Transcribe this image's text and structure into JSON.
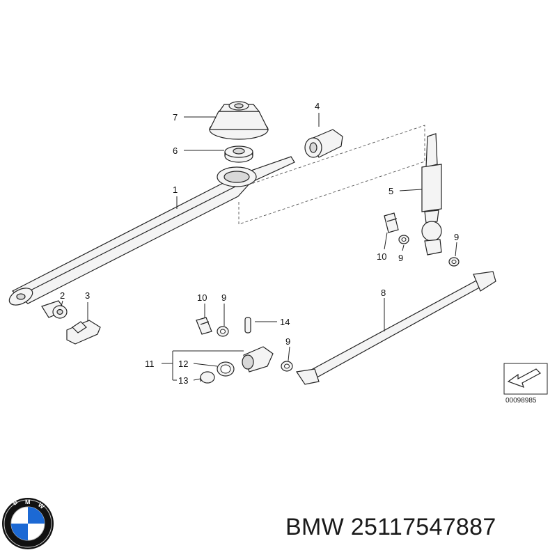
{
  "callouts": {
    "p1": "1",
    "p2": "2",
    "p3": "3",
    "p4": "4",
    "p5": "5",
    "p6": "6",
    "p7": "7",
    "p8": "8",
    "p9a": "9",
    "p9b": "9",
    "p9c": "9",
    "p9d": "9",
    "p10a": "10",
    "p10b": "10",
    "p11": "11",
    "p12": "12",
    "p13": "13",
    "p14": "14"
  },
  "reference_code": "00098985",
  "caption": {
    "brand": "BMW",
    "part_number": "25117547887"
  },
  "logo": {
    "text": "BMW",
    "colors": {
      "blue": "#1c69d4",
      "white": "#ffffff",
      "ring": "#111111"
    }
  }
}
